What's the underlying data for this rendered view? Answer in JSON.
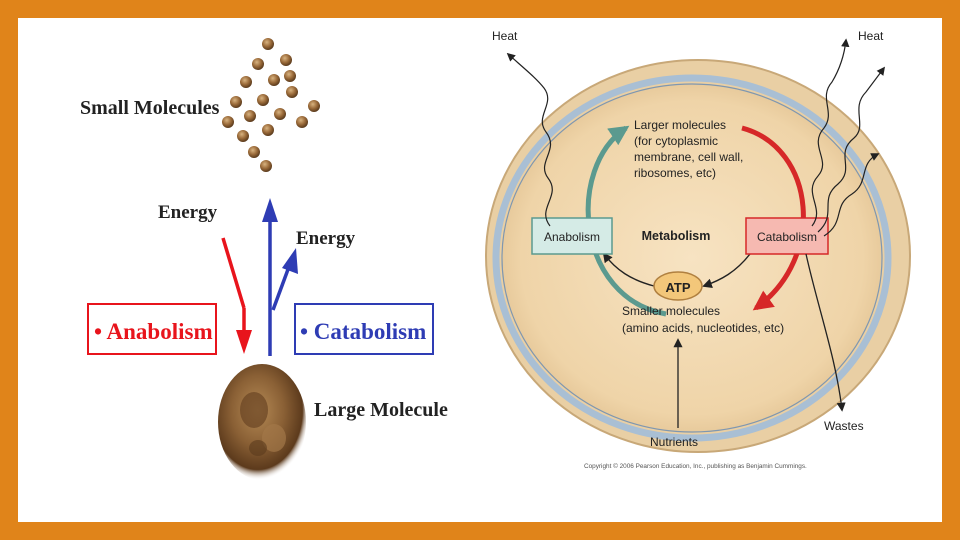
{
  "left_panel": {
    "small_molecules_label": "Small Molecules",
    "energy_left_label": "Energy",
    "energy_right_label": "Energy",
    "anabolism_box": "• Anabolism",
    "catabolism_box": "• Catabolism",
    "large_molecule_label": "Large Molecule"
  },
  "right_panel": {
    "heat_left": "Heat",
    "heat_right": "Heat",
    "larger_molecules": [
      "Larger molecules",
      "(for cytoplasmic",
      "membrane, cell wall,",
      "ribosomes, etc)"
    ],
    "anabolism": "Anabolism",
    "metabolism": "Metabolism",
    "catabolism": "Catabolism",
    "atp": "ATP",
    "smaller_molecules": [
      "Smaller molecules",
      "(amino acids, nucleotides, etc)"
    ],
    "nutrients": "Nutrients",
    "wastes": "Wastes",
    "copyright": "Copyright © 2006 Pearson Education, Inc., publishing as Benjamin Cummings."
  },
  "colors": {
    "border": "#e0841a",
    "anabolism_red": "#e8141c",
    "catabolism_blue": "#2e3cb4",
    "teal_arrow": "#5b9a8f",
    "red_arrow": "#d62828",
    "cell_fill": "#f2dcb8",
    "cell_membrane": "#a9bfd4"
  }
}
